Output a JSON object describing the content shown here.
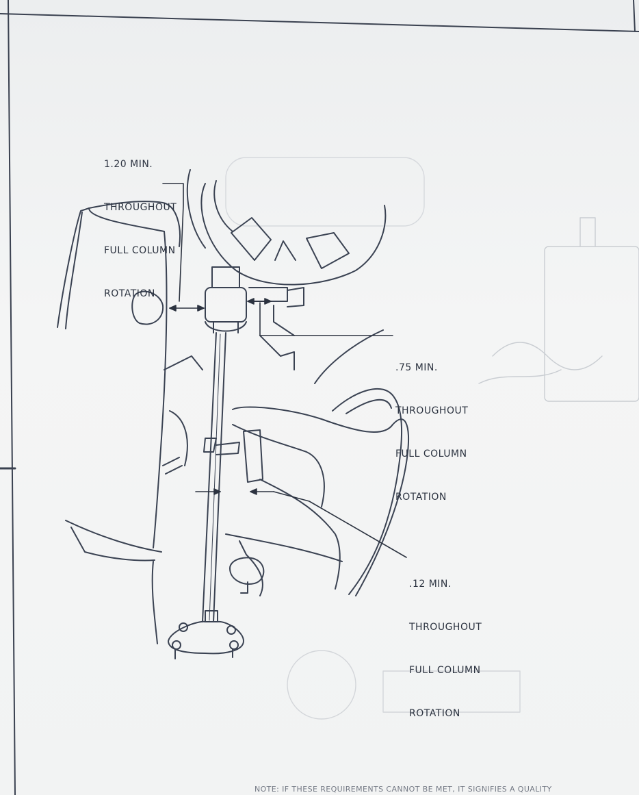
{
  "callouts": [
    {
      "lines": [
        "1.20 MIN.",
        "THROUGHOUT",
        "FULL COLUMN",
        "ROTATION"
      ]
    },
    {
      "lines": [
        ".75 MIN.",
        "THROUGHOUT",
        "FULL COLUMN",
        "ROTATION"
      ]
    },
    {
      "lines": [
        ".12 MIN.",
        "THROUGHOUT",
        "FULL COLUMN",
        "ROTATION"
      ]
    }
  ],
  "footer_note": "NOTE: IF THESE REQUIREMENTS CANNOT BE MET, IT SIGNIFIES A QUALITY",
  "colors": {
    "paper": "#f2f3f3",
    "ink": "#2c3340",
    "frame": "#3a4150"
  }
}
